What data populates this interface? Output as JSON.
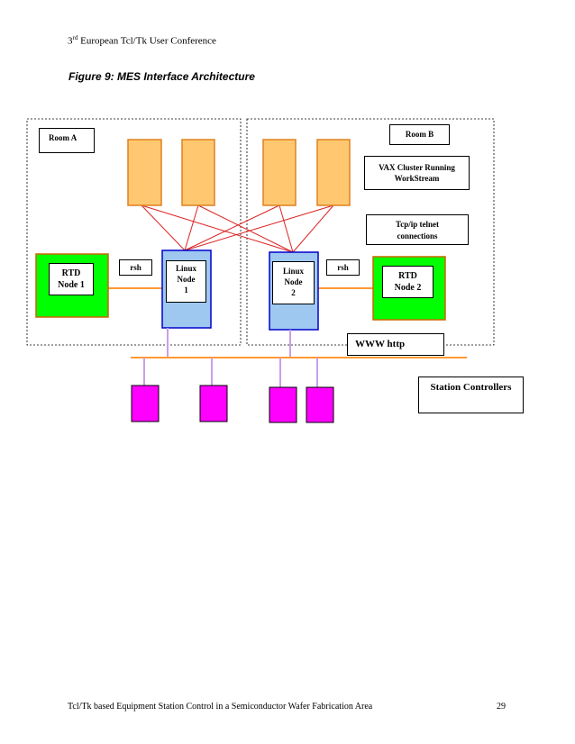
{
  "page": {
    "header": {
      "prefix": "3",
      "superscript": "rd",
      "rest": " European Tcl/Tk User Conference"
    },
    "figure_title": "Figure 9: MES Interface Architecture",
    "footer": {
      "left": "Tcl/Tk based Equipment Station Control in a Semiconductor Wafer Fabrication Area",
      "page_number": "29"
    }
  },
  "diagram": {
    "room_a": "Room A",
    "room_b": "Room B",
    "vax_cluster": "VAX Cluster Running WorkStream",
    "tcpip": "Tcp/ip telnet connections",
    "rtd_node_1": {
      "line1": "RTD",
      "line2": "Node 1"
    },
    "rtd_node_2": {
      "line1": "RTD",
      "line2": "Node 2"
    },
    "linux_node_1": {
      "line1": "Linux",
      "line2": "Node",
      "line3": "1"
    },
    "linux_node_2": {
      "line1": "Linux",
      "line2": "Node",
      "line3": "2"
    },
    "rsh_left": "rsh",
    "rsh_right": "rsh",
    "www_http": "WWW http",
    "station_controllers": "Station Controllers"
  },
  "colors": {
    "vax_node": "#ffc870",
    "vax_border": "#e08020",
    "rtd_fill": "#00ff00",
    "linux_fill": "#9ec8f0",
    "linux_border": "#0000cc",
    "station_fill": "#ff00ff",
    "network_line": "#ff9933",
    "link_line": "#dd2222",
    "drop_line": "#c9a0e8"
  }
}
